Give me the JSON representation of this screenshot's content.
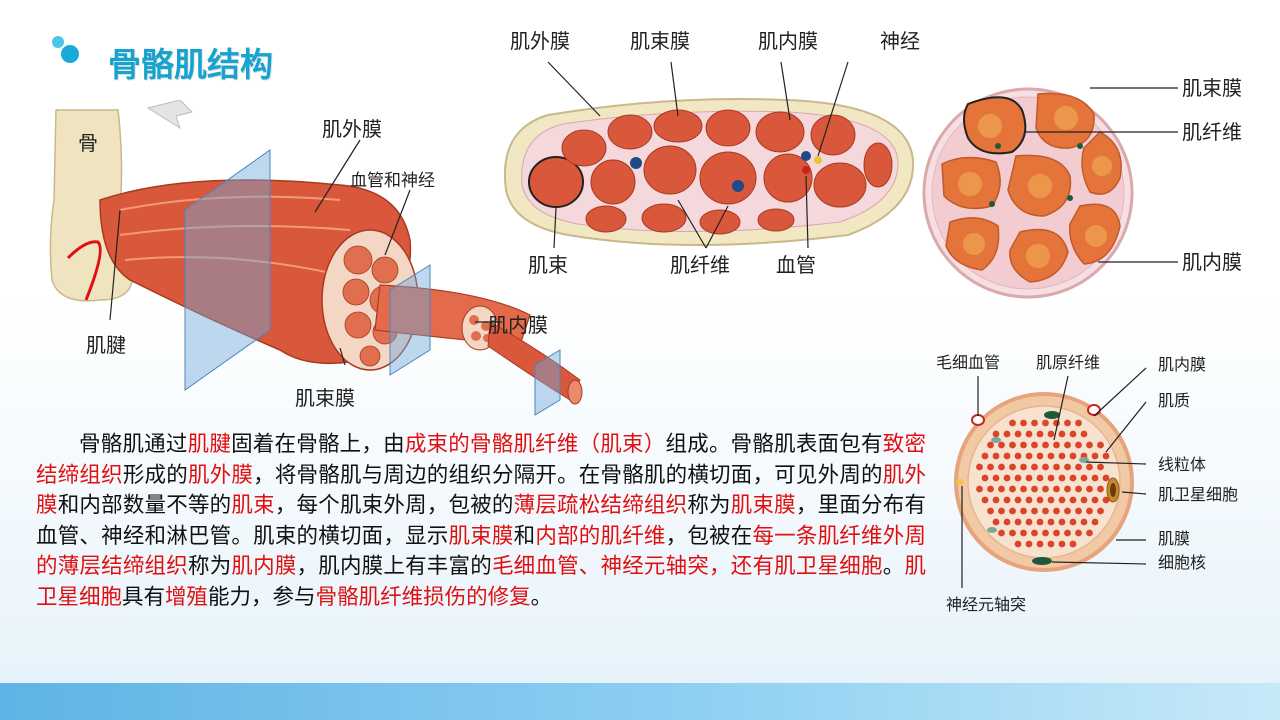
{
  "title": "骨骼肌结构",
  "diagram_muscle": {
    "labels": {
      "bone": "骨",
      "tendon": "肌腱",
      "epimysium": "肌外膜",
      "vessel_nerve": "血管和神经",
      "endomysium": "肌内膜",
      "perimysium": "肌束膜"
    }
  },
  "diagram_cross_section": {
    "labels": {
      "epimysium": "肌外膜",
      "perimysium": "肌束膜",
      "endomysium": "肌内膜",
      "nerve": "神经",
      "fascicle": "肌束",
      "fiber": "肌纤维",
      "vessel": "血管"
    }
  },
  "diagram_fascicle": {
    "labels": {
      "perimysium": "肌束膜",
      "fiber": "肌纤维",
      "endomysium": "肌内膜"
    }
  },
  "diagram_fiber": {
    "labels": {
      "capillary": "毛细血管",
      "myofibril": "肌原纤维",
      "endomysium": "肌内膜",
      "sarcoplasm": "肌质",
      "mitochondria": "线粒体",
      "satellite_cell": "肌卫星细胞",
      "sarcolemma": "肌膜",
      "nucleus": "细胞核",
      "axon": "神经元轴突"
    }
  },
  "paragraph": [
    {
      "t": "骨骼肌通过",
      "hl": false
    },
    {
      "t": "肌腱",
      "hl": true
    },
    {
      "t": "固着在骨骼上，由",
      "hl": false
    },
    {
      "t": "成束的骨骼肌纤维（肌束）",
      "hl": true
    },
    {
      "t": "组成。骨骼肌表面包有",
      "hl": false
    },
    {
      "t": "致密结缔组织",
      "hl": true
    },
    {
      "t": "形成的",
      "hl": false
    },
    {
      "t": "肌外膜",
      "hl": true
    },
    {
      "t": "，将骨骼肌与周边的组织分隔开。在骨骼肌的横切面，可见外周的",
      "hl": false
    },
    {
      "t": "肌外膜",
      "hl": true
    },
    {
      "t": "和内部数量不等的",
      "hl": false
    },
    {
      "t": "肌束",
      "hl": true
    },
    {
      "t": "，每个肌束外周，包被的",
      "hl": false
    },
    {
      "t": "薄层疏松结缔组织",
      "hl": true
    },
    {
      "t": "称为",
      "hl": false
    },
    {
      "t": "肌束膜",
      "hl": true
    },
    {
      "t": "，里面分布有血管、神经和淋巴管。肌束的横切面，显示",
      "hl": false
    },
    {
      "t": "肌束膜",
      "hl": true
    },
    {
      "t": "和",
      "hl": false
    },
    {
      "t": "内部的肌纤维",
      "hl": true
    },
    {
      "t": "，包被在",
      "hl": false
    },
    {
      "t": "每一条肌纤维外周的薄层结缔组织",
      "hl": true
    },
    {
      "t": "称为",
      "hl": false
    },
    {
      "t": "肌内膜",
      "hl": true
    },
    {
      "t": "，肌内膜上有丰富的",
      "hl": false
    },
    {
      "t": "毛细血管、神经元轴突，还有肌卫星细胞",
      "hl": true
    },
    {
      "t": "。",
      "hl": false
    },
    {
      "t": "肌卫星细胞",
      "hl": true
    },
    {
      "t": "具有",
      "hl": false
    },
    {
      "t": "增殖",
      "hl": true
    },
    {
      "t": "能力，参与",
      "hl": false
    },
    {
      "t": "骨骼肌纤维损伤的修复",
      "hl": true
    },
    {
      "t": "。",
      "hl": false
    }
  ],
  "colors": {
    "accent": "#16a3cf",
    "highlight": "#e01010",
    "muscle": "#d9573a",
    "muscle_light": "#f08a6a",
    "connective": "#f1e7c2",
    "bone": "#efe4bf"
  }
}
